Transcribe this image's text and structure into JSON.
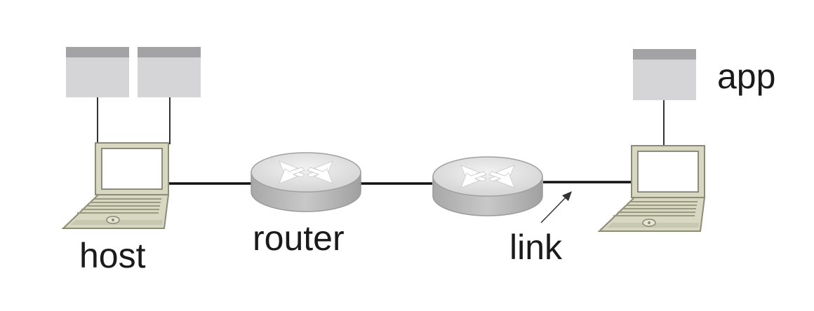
{
  "labels": {
    "app": "app",
    "host": "host",
    "router": "router",
    "link": "link"
  },
  "colors": {
    "app_window_body": "#d5d5d7",
    "app_window_titlebar": "#a3a3a5",
    "laptop_frame": "#d8d8c2",
    "laptop_frame_edge": "#8b8b76",
    "laptop_keys": "#b8b89e",
    "router_top": "#e0e0e0",
    "router_side": "#b4b4b4",
    "router_arrows": "#ffffff",
    "link_line": "#111111"
  }
}
